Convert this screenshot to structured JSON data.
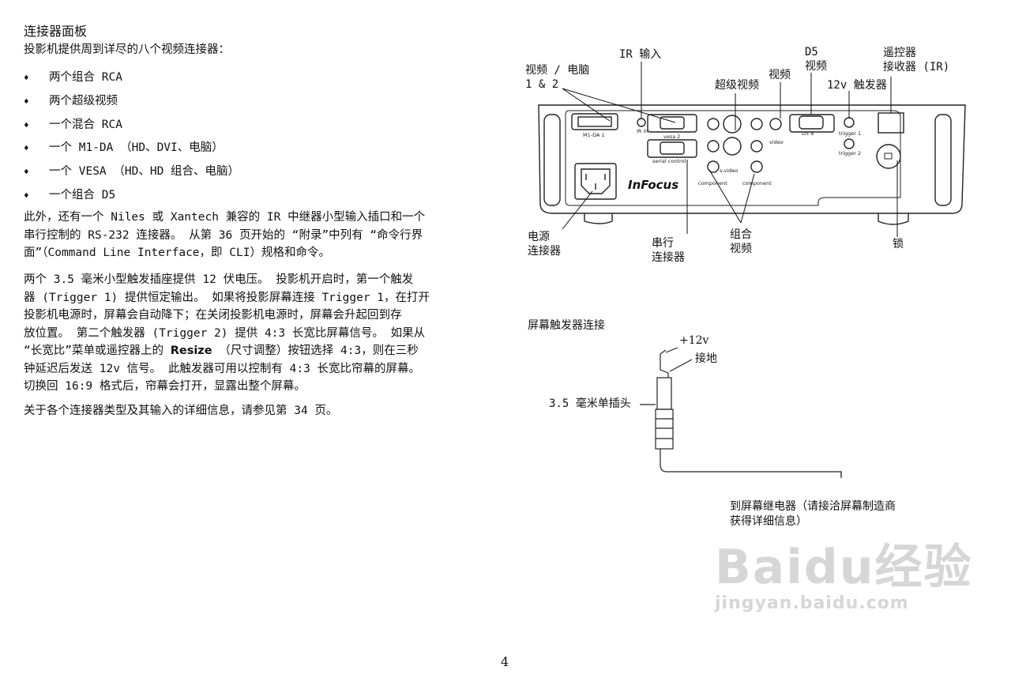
{
  "title": "连接器面板",
  "intro": "投影机提供周到详尽的八个视频连接器：",
  "bullets": [
    "两个组合 RCA",
    "两个超级视频",
    "一个混合 RCA",
    "一个 M1-DA （HD、DVI、电脑）",
    "一个 VESA （HD、HD 组合、电脑）",
    "一个组合 D5"
  ],
  "bullet_glyph": "♦",
  "para1": "此外，还有一个 Niles 或 Xantech 兼容的 IR 中继器小型输入插口和一个\n串行控制的 RS-232 连接器。 从第 36 页开始的 “附录”中列有 “命令行界\n面”（Command Line Interface，即 CLI）规格和命令。",
  "para2_a": "两个 3.5 毫米小型触发插座提供 12 伏电压。 投影机开启时，第一个触发\n器 (Trigger 1) 提供恒定输出。 如果将投影屏幕连接 Trigger 1，在打开\n投影机电源时，屏幕会自动降下；在关闭投影机电源时，屏幕会升起回到存\n放位置。 第二个触发器 (Trigger 2) 提供 4:3 长宽比屏幕信号。 如果从\n“长宽比”菜单或遥控器上的 ",
  "para2_bold": "Resize",
  "para2_b": " （尺寸调整）按钮选择 4:3，则在三秒\n钟延迟后发送 12v 信号。 此触发器可用以控制有 4:3 长宽比帘幕的屏幕。\n切换回 16:9 格式后，帘幕会打开，显露出整个屏幕。",
  "para3": "关于各个连接器类型及其输入的详细信息，请参见第 34 页。",
  "diagram": {
    "labels": {
      "video_pc": "视频 / 电脑\n1 & 2",
      "ir_in": "IR 输入",
      "svideo": "超级视频",
      "video": "视频",
      "d5": "D5\n视频",
      "trigger": "12v 触发器",
      "remote": "遥控器\n接收器 (IR)",
      "power": "电源\n连接器",
      "serial": "串行\n连接器",
      "component": "组合\n视频",
      "lock": "锁"
    },
    "panel_text": {
      "m1da": "M1-DA  1",
      "vesa": "vesa  2",
      "serial_control": "serial control",
      "rin": "IR in",
      "d5_8": "D5  8",
      "video_7": "video",
      "svideo_5": "s-video",
      "component3": "component",
      "component6": "component",
      "trigger1": "trigger 1",
      "trigger2": "trigger 2",
      "brand": "InFocus"
    }
  },
  "jack": {
    "title": "屏幕触发器连接",
    "plus12v": "+12v",
    "ground": "接地",
    "plug": "3.5 毫米单插头",
    "relay": "到屏幕继电器（请接洽屏幕制造商\n获得详细信息）"
  },
  "page_number": "4",
  "watermark": {
    "logo": "Baidu经验",
    "url": "jingyan.baidu.com"
  }
}
